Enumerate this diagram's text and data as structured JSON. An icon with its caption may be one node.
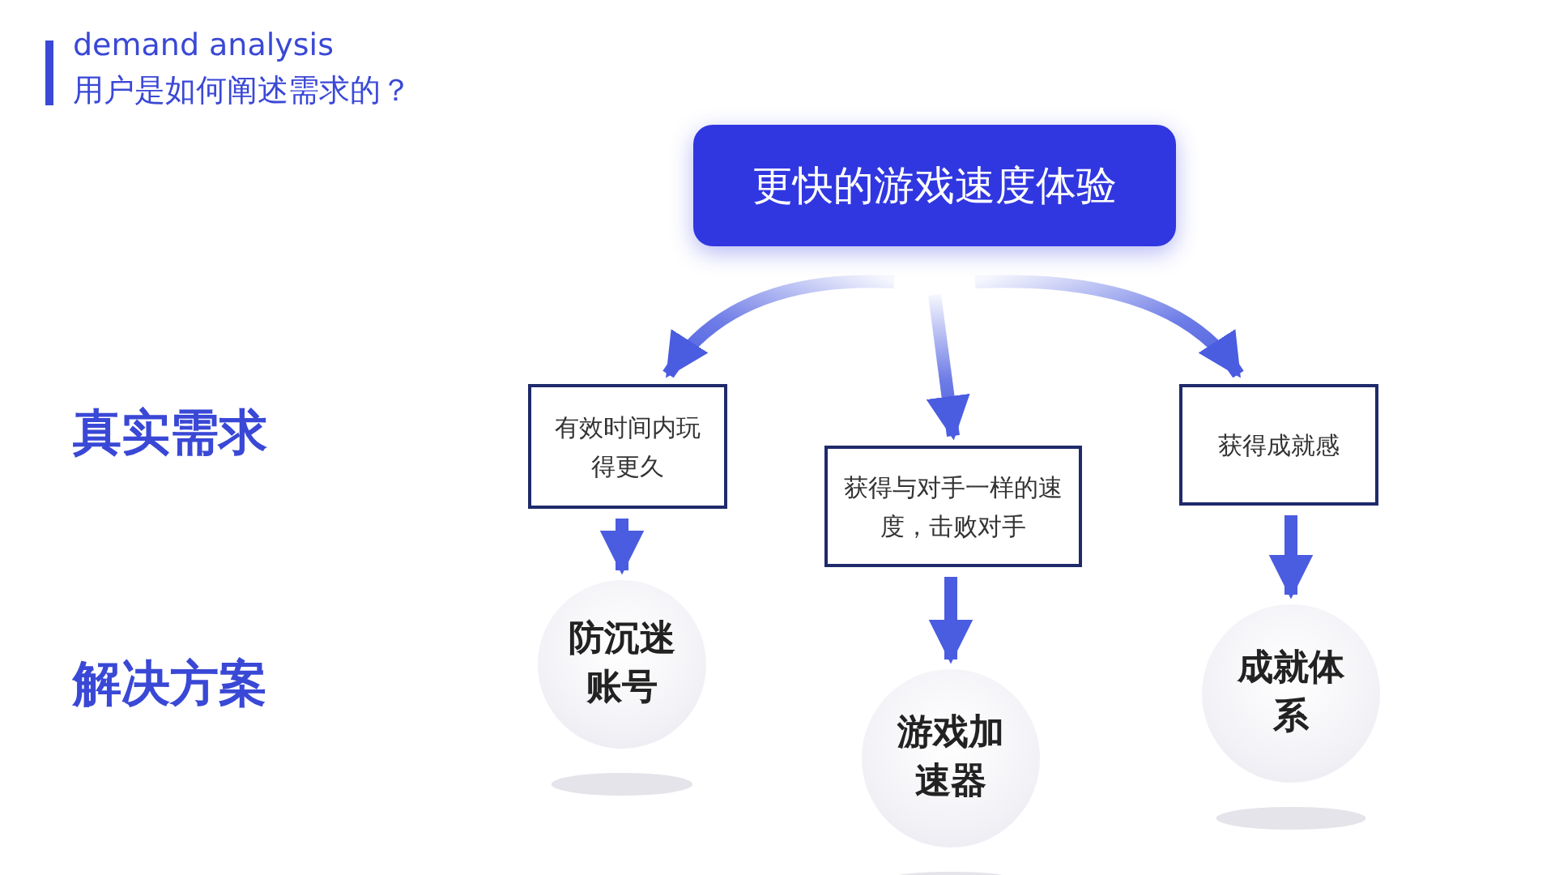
{
  "diagram": {
    "title": "demand analysis",
    "nodes": [
      {
        "text": [
          "更快的游戏速度体验"
        ]
      },
      {
        "text": [
          "有效时间内玩得更久"
        ]
      },
      {
        "text": [
          "获得与对手一样的速度，击败对手"
        ]
      },
      {
        "text": [
          "获得成就感"
        ]
      },
      {
        "text": [
          "防沉迷账号"
        ]
      },
      {
        "text": [
          "游戏加速器"
        ]
      },
      {
        "text": [
          "成就体系"
        ]
      }
    ],
    "edges": [
      {
        "from": 0,
        "to": 1,
        "arrow": "to"
      },
      {
        "from": 0,
        "to": 2,
        "arrow": "to"
      },
      {
        "from": 0,
        "to": 3,
        "arrow": "to"
      },
      {
        "from": 1,
        "to": 4,
        "arrow": "to"
      },
      {
        "from": 2,
        "to": 5,
        "arrow": "to"
      },
      {
        "from": 3,
        "to": 6,
        "arrow": "to"
      }
    ],
    "labels": [
      "用户是如何阐述需求的？",
      "真实需求",
      "解决方案"
    ]
  }
}
